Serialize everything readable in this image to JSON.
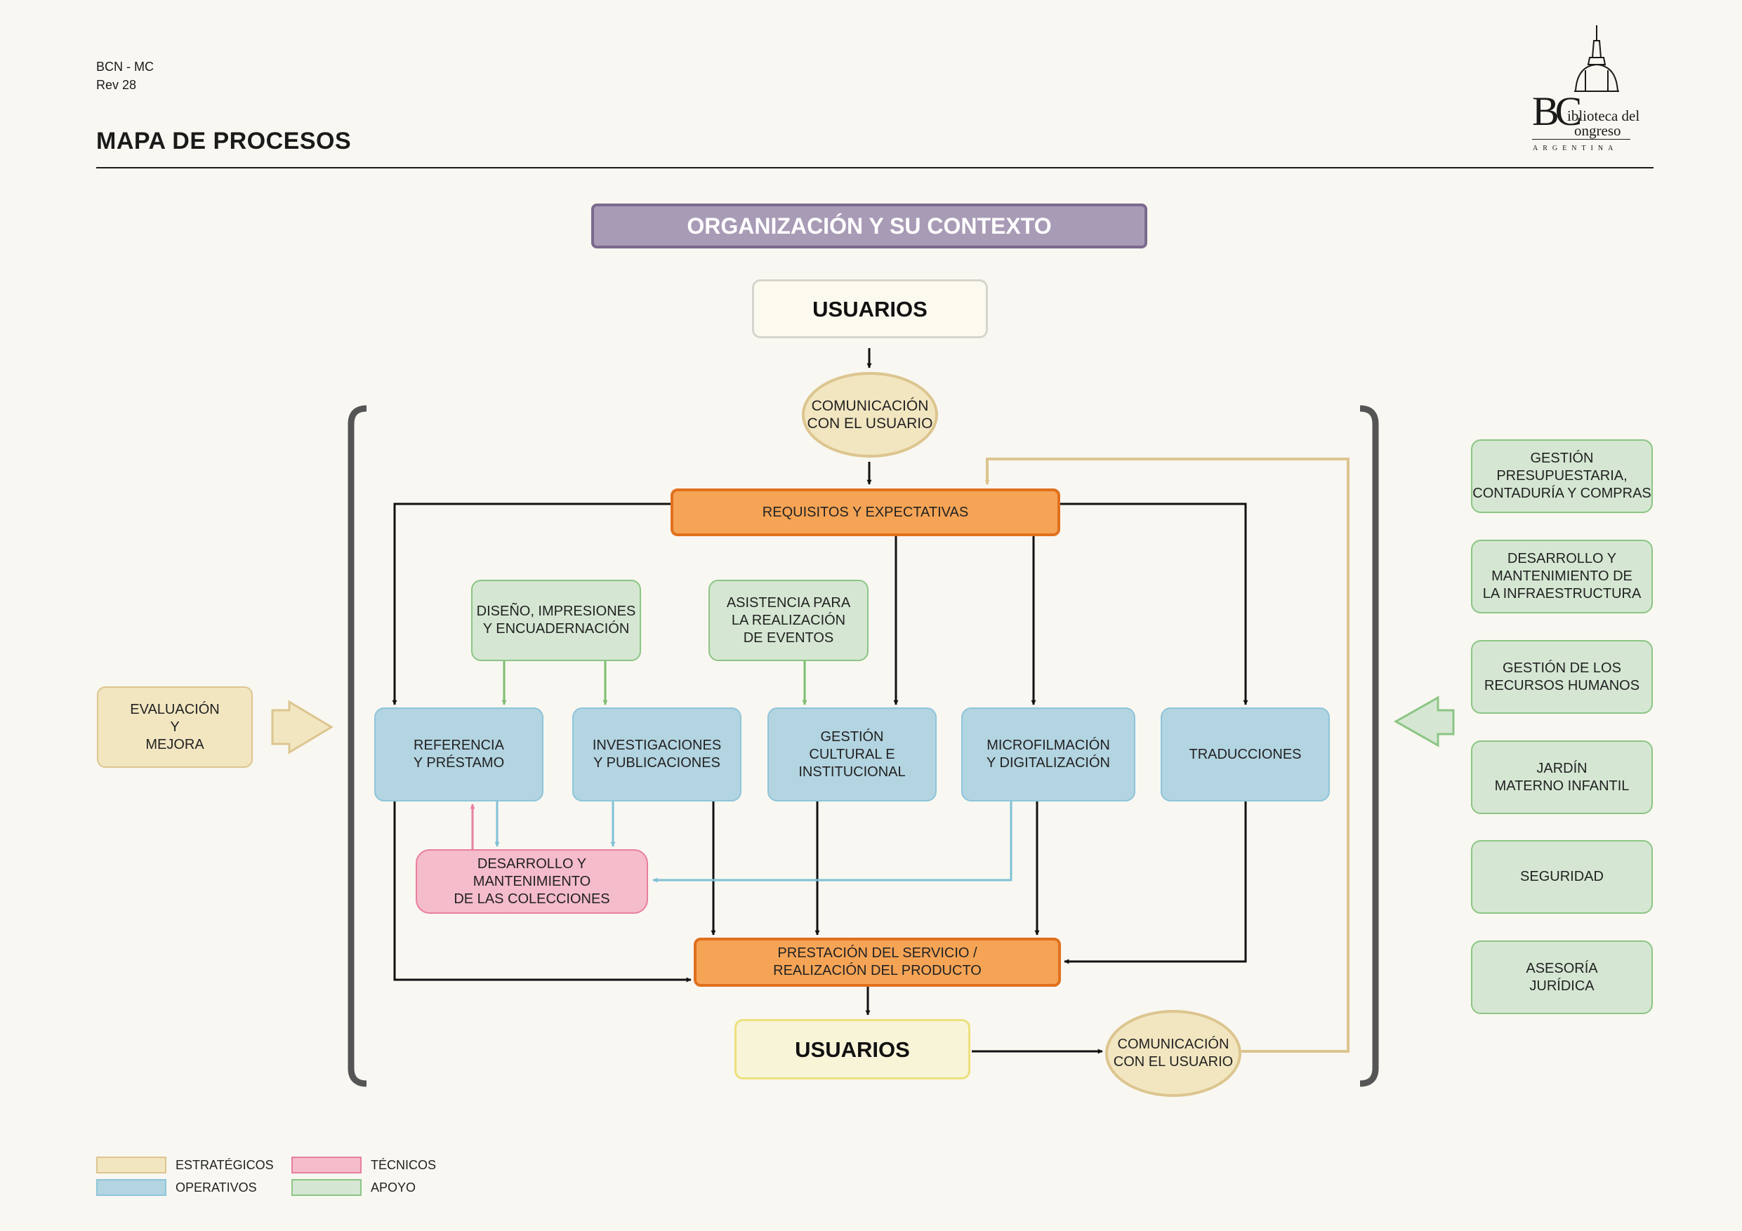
{
  "header": {
    "doc_code": "BCN - MC",
    "revision": "Rev 28",
    "title": "MAPA DE PROCESOS"
  },
  "logo": {
    "initials": "BC",
    "line1": "iblioteca del",
    "line2": "ongreso",
    "country": "ARGENTINA"
  },
  "diagram": {
    "context": "ORGANIZACIÓN Y SU CONTEXTO",
    "users_top": "USUARIOS",
    "comm_top": "COMUNICACIÓN\nCON EL USUARIO",
    "requirements": "REQUISITOS Y EXPECTATIVAS",
    "design": "DISEÑO, IMPRESIONES\nY ENCUADERNACIÓN",
    "events": "ASISTENCIA PARA\nLA REALIZACIÓN\nDE EVENTOS",
    "evaluation": "EVALUACIÓN\nY\nMEJORA",
    "operative": [
      "REFERENCIA\nY PRÉSTAMO",
      "INVESTIGACIONES\nY PUBLICACIONES",
      "GESTIÓN\nCULTURAL E\nINSTITUCIONAL",
      "MICROFILMACIÓN\nY DIGITALIZACIÓN",
      "TRADUCCIONES"
    ],
    "collections": "DESARROLLO Y MANTENIMIENTO\nDE LAS COLECCIONES",
    "service": "PRESTACIÓN DEL SERVICIO /\nREALIZACIÓN DEL PRODUCTO",
    "users_bottom": "USUARIOS",
    "comm_bottom": "COMUNICACIÓN\nCON EL USUARIO"
  },
  "support": [
    "GESTIÓN\nPRESUPUESTARIA,\nCONTADURÍA Y COMPRAS",
    "DESARROLLO Y\nMANTENIMIENTO DE\nLA INFRAESTRUCTURA",
    "GESTIÓN DE LOS\nRECURSOS HUMANOS",
    "JARDÍN\nMATERNO INFANTIL",
    "SEGURIDAD",
    "ASESORÍA\nJURÍDICA"
  ],
  "legend": {
    "strategic": "ESTRATÉGICOS",
    "technical": "TÉCNICOS",
    "operative": "OPERATIVOS",
    "support": "APOYO"
  },
  "colors": {
    "strategic": "#f2e6c1",
    "operative": "#b3d4e1",
    "technical": "#f5bccb",
    "support": "#d5e7d3",
    "core": "#f5a456",
    "context": "#a89bb6"
  }
}
